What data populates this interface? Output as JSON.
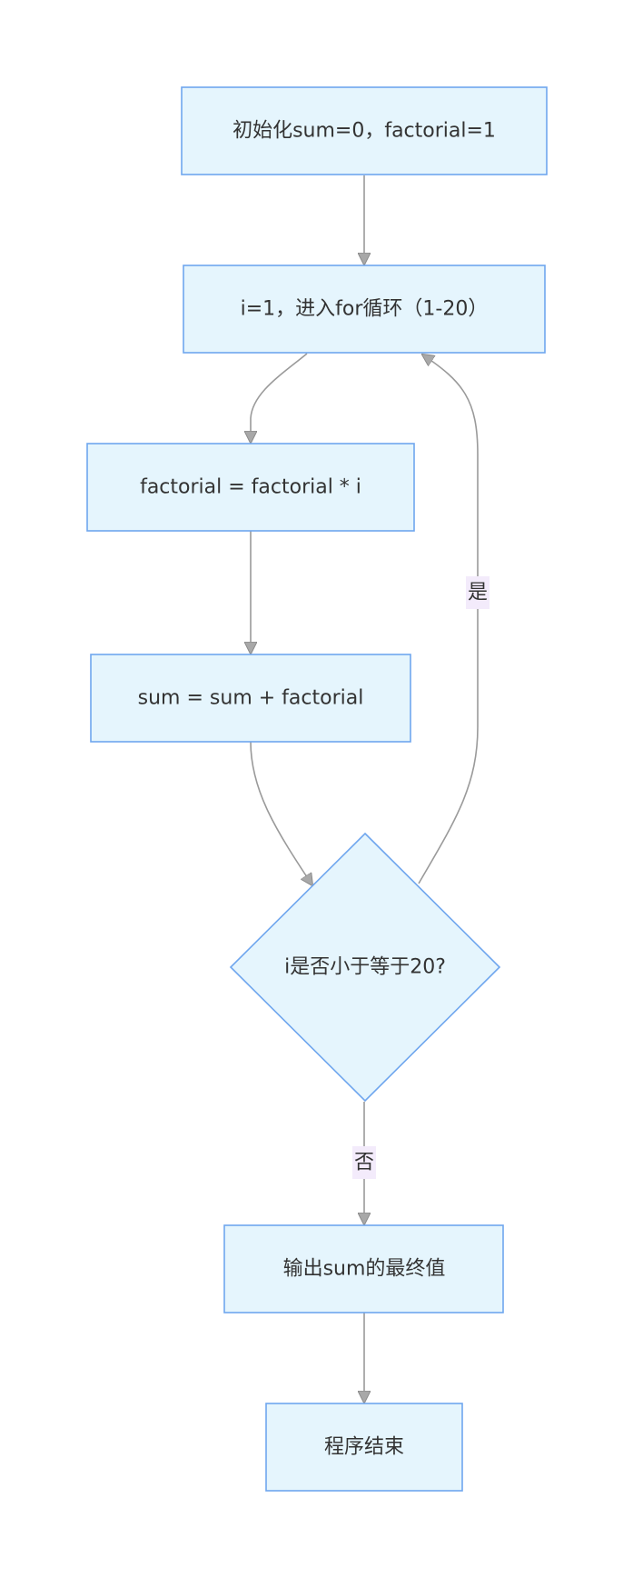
{
  "nodes": {
    "init": "初始化sum=0，factorial=1",
    "loop_start": "i=1，进入for循环（1-20）",
    "factorial_update": "factorial = factorial * i",
    "sum_update": "sum = sum + factorial",
    "decision": "i是否小于等于20?",
    "output": "输出sum的最终值",
    "end": "程序结束"
  },
  "edges": {
    "yes_label": "是",
    "no_label": "否"
  },
  "colors": {
    "node_fill": "#e5f5fd",
    "node_stroke": "#6fa6ee",
    "edge_stroke": "#9a9a9a",
    "label_bg": "#f3ebfb"
  }
}
